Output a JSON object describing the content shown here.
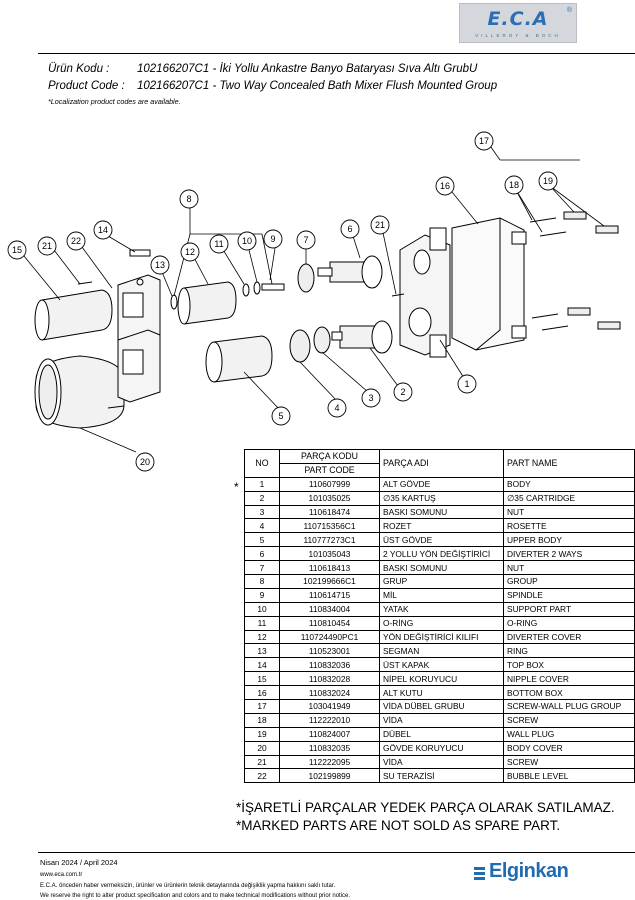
{
  "logo": {
    "brand": "E.C.A",
    "tagline": "VILLEROY & BOCH",
    "registered": "®"
  },
  "header": {
    "code_label_tr": "Ürün Kodu :",
    "code_value_tr": "102166207C1 - İki Yollu Ankastre Banyo Bataryası Sıva Altı GrubU",
    "code_label_en": "Product Code :",
    "code_value_en": "102166207C1 - Two Way Concealed Bath Mixer Flush Mounted Group",
    "localization_note": "*Localization product codes are available."
  },
  "diagram": {
    "callouts": [
      "1",
      "2",
      "3",
      "4",
      "5",
      "6",
      "7",
      "8",
      "9",
      "10",
      "11",
      "12",
      "13",
      "14",
      "15",
      "16",
      "17",
      "18",
      "19",
      "20",
      "21",
      "21",
      "22"
    ],
    "marker_star": "*"
  },
  "table": {
    "headers": {
      "no": "NO",
      "code_tr": "PARÇA KODU",
      "code_en": "PART CODE",
      "name_tr": "PARÇA ADI",
      "name_en": "PART NAME"
    },
    "rows": [
      {
        "no": "1",
        "code": "110607999",
        "name_tr": "ALT GÖVDE",
        "name_en": "BODY"
      },
      {
        "no": "2",
        "code": "101035025",
        "name_tr": "∅35 KARTUŞ",
        "name_en": "∅35 CARTRIDGE"
      },
      {
        "no": "3",
        "code": "110618474",
        "name_tr": "BASKI SOMUNU",
        "name_en": "NUT"
      },
      {
        "no": "4",
        "code": "110715356C1",
        "name_tr": "ROZET",
        "name_en": "ROSETTE"
      },
      {
        "no": "5",
        "code": "110777273C1",
        "name_tr": "ÜST GÖVDE",
        "name_en": "UPPER BODY"
      },
      {
        "no": "6",
        "code": "101035043",
        "name_tr": "2 YOLLU YÖN DEĞİŞTİRİCİ",
        "name_en": "DIVERTER 2 WAYS"
      },
      {
        "no": "7",
        "code": "110618413",
        "name_tr": "BASKI SOMUNU",
        "name_en": "NUT"
      },
      {
        "no": "8",
        "code": "102199666C1",
        "name_tr": "GRUP",
        "name_en": "GROUP"
      },
      {
        "no": "9",
        "code": "110614715",
        "name_tr": "MİL",
        "name_en": "SPINDLE"
      },
      {
        "no": "10",
        "code": "110834004",
        "name_tr": "YATAK",
        "name_en": "SUPPORT PART"
      },
      {
        "no": "11",
        "code": "110810454",
        "name_tr": "O-RİNG",
        "name_en": "O-RING"
      },
      {
        "no": "12",
        "code": "110724490PC1",
        "name_tr": "YÖN DEĞİŞTİRİCİ KILIFI",
        "name_en": "DIVERTER COVER"
      },
      {
        "no": "13",
        "code": "110523001",
        "name_tr": "SEGMAN",
        "name_en": "RING"
      },
      {
        "no": "14",
        "code": "110832036",
        "name_tr": "ÜST KAPAK",
        "name_en": "TOP BOX"
      },
      {
        "no": "15",
        "code": "110832028",
        "name_tr": "NİPEL KORUYUCU",
        "name_en": "NIPPLE COVER"
      },
      {
        "no": "16",
        "code": "110832024",
        "name_tr": "ALT KUTU",
        "name_en": "BOTTOM BOX"
      },
      {
        "no": "17",
        "code": "103041949",
        "name_tr": "VİDA DÜBEL GRUBU",
        "name_en": "SCREW-WALL PLUG GROUP"
      },
      {
        "no": "18",
        "code": "112222010",
        "name_tr": "VİDA",
        "name_en": "SCREW"
      },
      {
        "no": "19",
        "code": "110824007",
        "name_tr": "DÜBEL",
        "name_en": "WALL PLUG"
      },
      {
        "no": "20",
        "code": "110832035",
        "name_tr": "GÖVDE KORUYUCU",
        "name_en": "BODY COVER"
      },
      {
        "no": "21",
        "code": "112222095",
        "name_tr": "VİDA",
        "name_en": "SCREW"
      },
      {
        "no": "22",
        "code": "102199899",
        "name_tr": "SU TERAZİSİ",
        "name_en": "BUBBLE LEVEL"
      }
    ],
    "star": "*"
  },
  "warning": {
    "tr": "*İŞARETLİ PARÇALAR YEDEK PARÇA OLARAK SATILAMAZ.",
    "en": "*MARKED PARTS ARE NOT SOLD AS SPARE PART."
  },
  "footer": {
    "date": "Nisan 2024 / April 2024",
    "website": "www.eca.com.tr",
    "disclaimer_tr": "E.C.A. önceden haber vermeksizin, ürünler ve ürünlerin teknik detaylarında değişiklik yapma hakkını saklı tutar.",
    "disclaimer_en": "We reserve the right to alter product specification and colors and to make technical modifications without prior notice.",
    "brand": "Elginkan"
  }
}
